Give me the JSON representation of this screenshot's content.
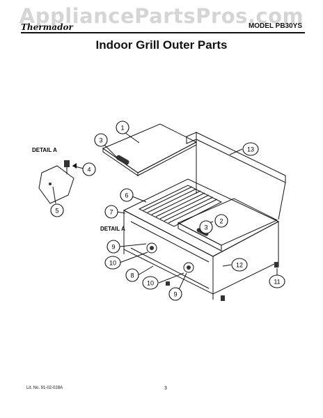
{
  "watermark": "AppliancePartsPros.com",
  "header": {
    "brand": "Thermador",
    "model": "MODEL PB30YS",
    "title": "Indoor Grill Outer Parts"
  },
  "detail_labels": {
    "top": "DETAIL A",
    "mid": "DETAIL A"
  },
  "callouts": [
    {
      "id": "c1",
      "num": "1"
    },
    {
      "id": "c3a",
      "num": "3"
    },
    {
      "id": "c13",
      "num": "13"
    },
    {
      "id": "c4",
      "num": "4"
    },
    {
      "id": "c5",
      "num": "5"
    },
    {
      "id": "c6",
      "num": "6"
    },
    {
      "id": "c7",
      "num": "7"
    },
    {
      "id": "c2",
      "num": "2"
    },
    {
      "id": "c3b",
      "num": "3"
    },
    {
      "id": "c9a",
      "num": "9"
    },
    {
      "id": "c10a",
      "num": "10"
    },
    {
      "id": "c8",
      "num": "8"
    },
    {
      "id": "c12",
      "num": "12"
    },
    {
      "id": "c10b",
      "num": "10"
    },
    {
      "id": "c11",
      "num": "11"
    },
    {
      "id": "c9b",
      "num": "9"
    }
  ],
  "footer": {
    "lit_no": "Lit. No. 91-02-028A",
    "page": "3"
  }
}
